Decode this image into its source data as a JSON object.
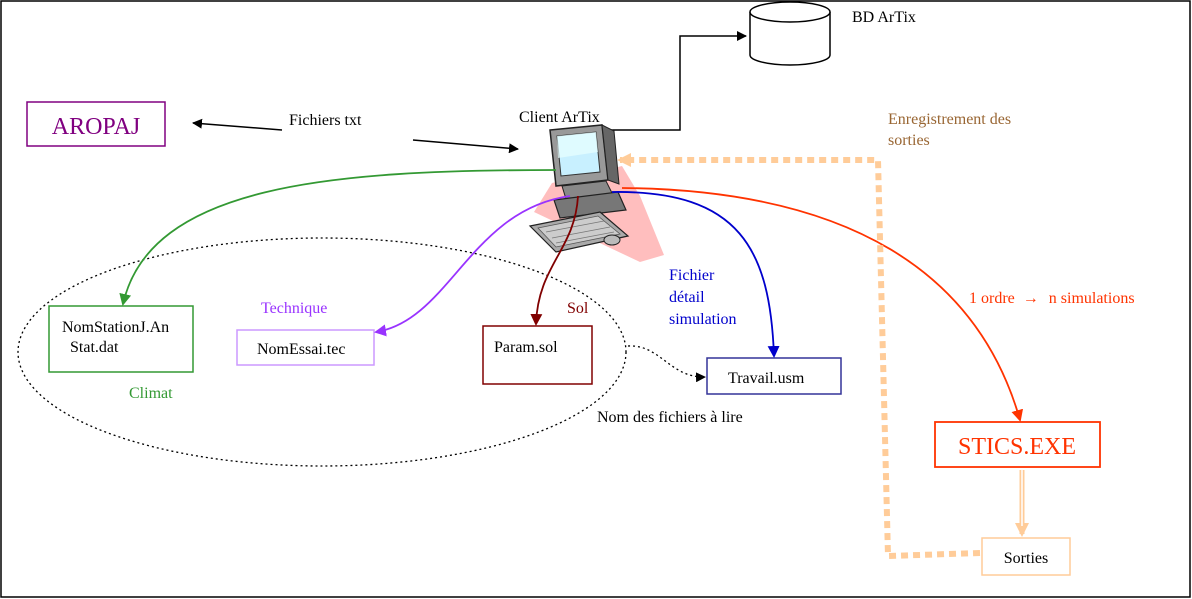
{
  "nodes": {
    "aropaj": "AROPAJ",
    "bd": "BD ArTix",
    "client": "Client ArTix",
    "climat_file_line1": "NomStationJ.An",
    "climat_file_line2": "Stat.dat",
    "tec_file": "NomEssai.tec",
    "sol_file": "Param.sol",
    "usm_file": "Travail.usm",
    "stics": "STICS.EXE",
    "sorties": "Sorties"
  },
  "labels": {
    "fichiers_txt": "Fichiers txt",
    "enregistrement_line1": "Enregistrement des",
    "enregistrement_line2": "sorties",
    "technique": "Technique",
    "sol": "Sol",
    "climat": "Climat",
    "fichier_line1": "Fichier",
    "fichier_line2": "détail",
    "fichier_line3": "simulation",
    "ordre_part1": "1 ordre",
    "ordre_arrow": "→",
    "ordre_part2": "n simulations",
    "nom_fichiers": "Nom des fichiers à lire"
  },
  "icons": {
    "computer": "computer-icon",
    "database": "database-cylinder-icon"
  },
  "colors": {
    "aropaj": "#800080",
    "climat": "#339933",
    "technique": "#9933ff",
    "technique_box": "#cc99ff",
    "sol": "#800000",
    "fichier": "#0000cc",
    "usm_box": "#333399",
    "stics": "#ff3300",
    "sorties": "#ffcc99",
    "enregistrement": "#996633"
  }
}
